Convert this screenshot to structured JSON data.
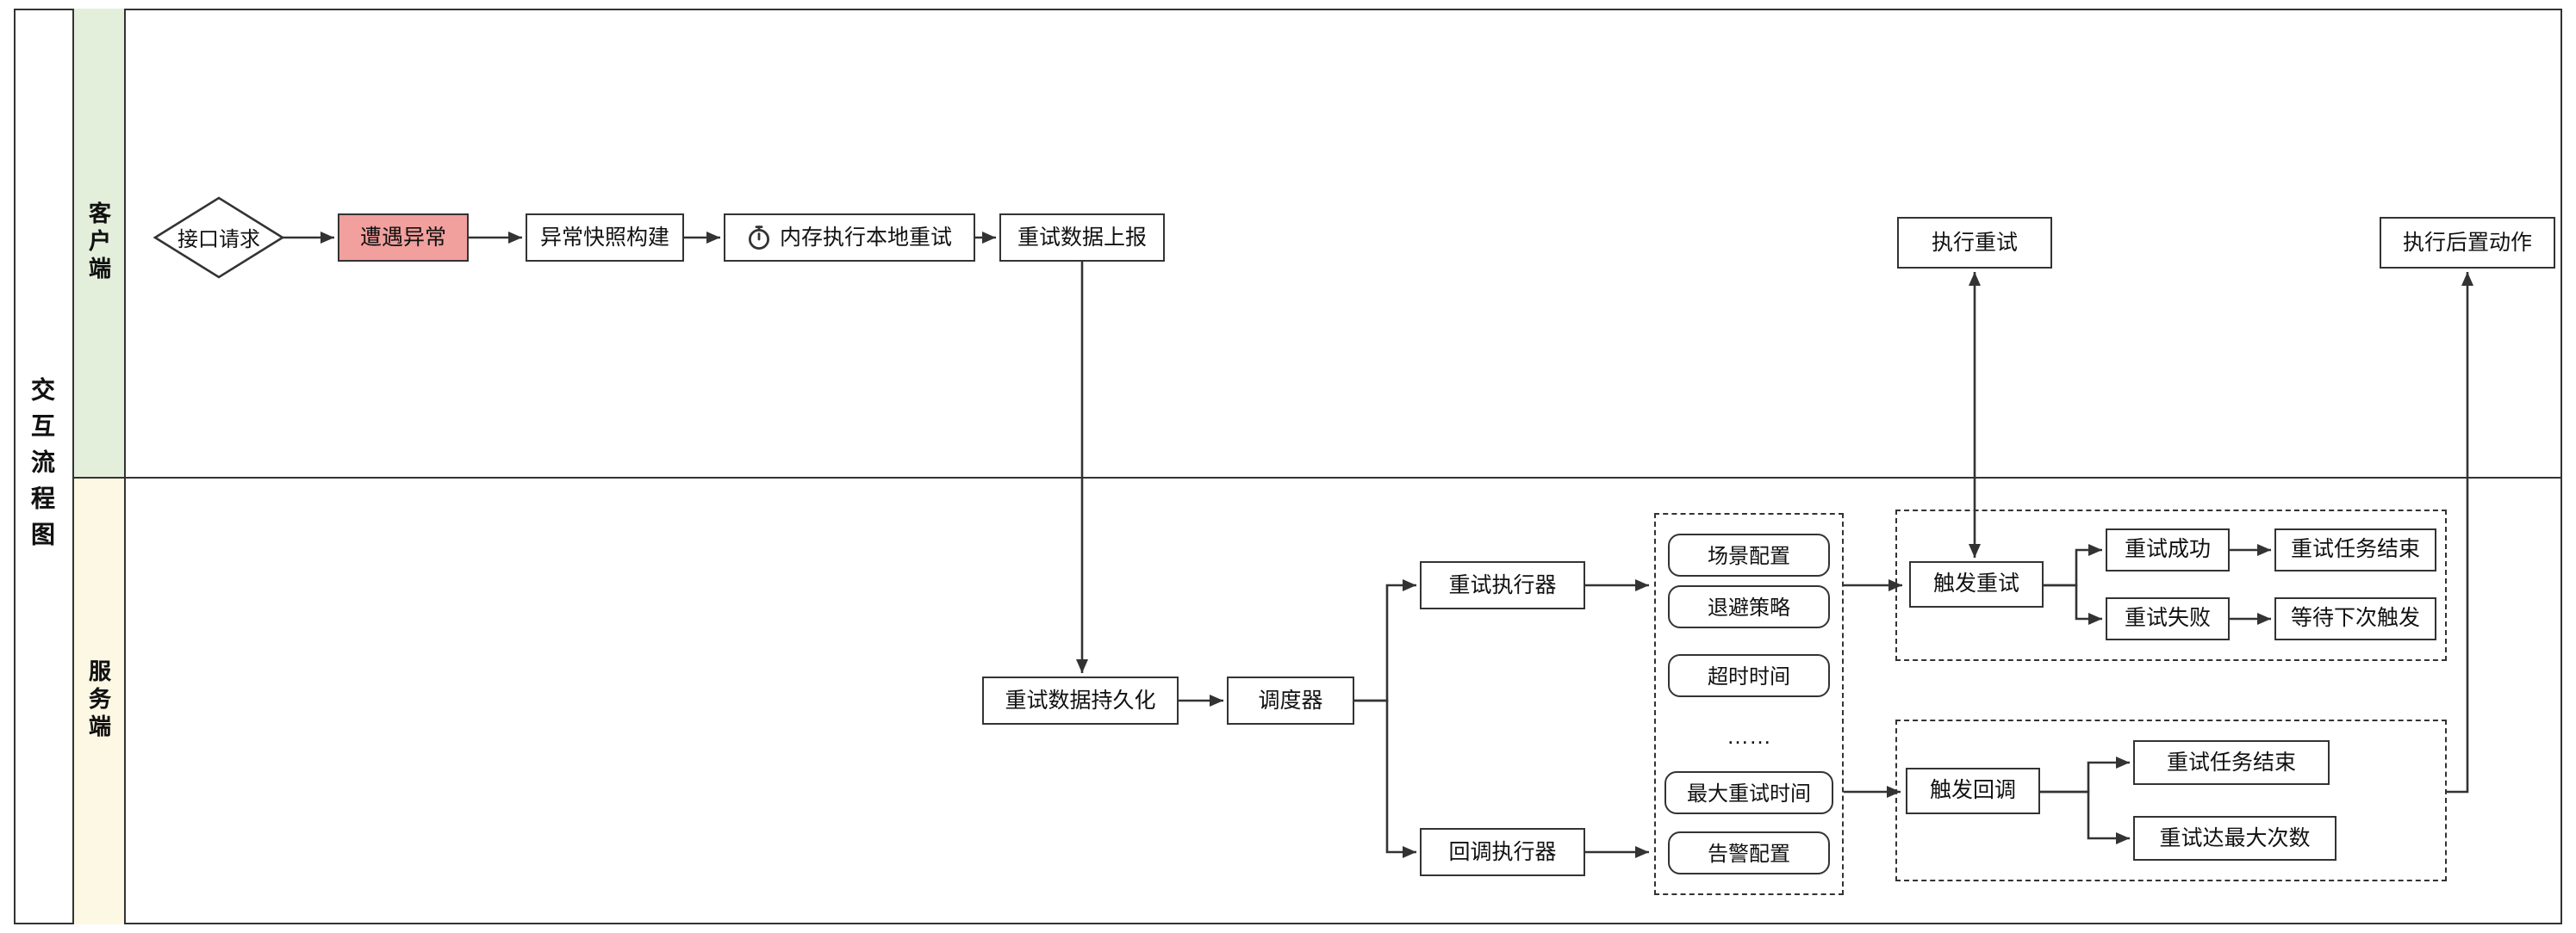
{
  "title": "交互流程图",
  "lanes": {
    "client": "客户端",
    "server": "服务端"
  },
  "client": {
    "request": "接口请求",
    "exception": "遭遇异常",
    "snapshot": "异常快照构建",
    "local_retry": "内存执行本地重试",
    "report": "重试数据上报",
    "exec_retry": "执行重试",
    "post_action": "执行后置动作"
  },
  "server": {
    "persist": "重试数据持久化",
    "scheduler": "调度器",
    "retry_executor": "重试执行器",
    "callback_executor": "回调执行器",
    "config": {
      "scene": "场景配置",
      "backoff": "退避策略",
      "timeout": "超时时间",
      "ellipsis": "……",
      "max_retry": "最大重试时间",
      "alert": "告警配置"
    },
    "retry_flow": {
      "trigger": "触发重试",
      "success": "重试成功",
      "task_end": "重试任务结束",
      "fail": "重试失败",
      "wait_next": "等待下次触发"
    },
    "callback_flow": {
      "trigger": "触发回调",
      "task_end": "重试任务结束",
      "max_count": "重试达最大次数"
    }
  },
  "colors": {
    "client_lane_bg": "#e3efda",
    "server_lane_bg": "#fcf8e3",
    "exception_fill": "#f1a09d",
    "line": "#333333"
  }
}
